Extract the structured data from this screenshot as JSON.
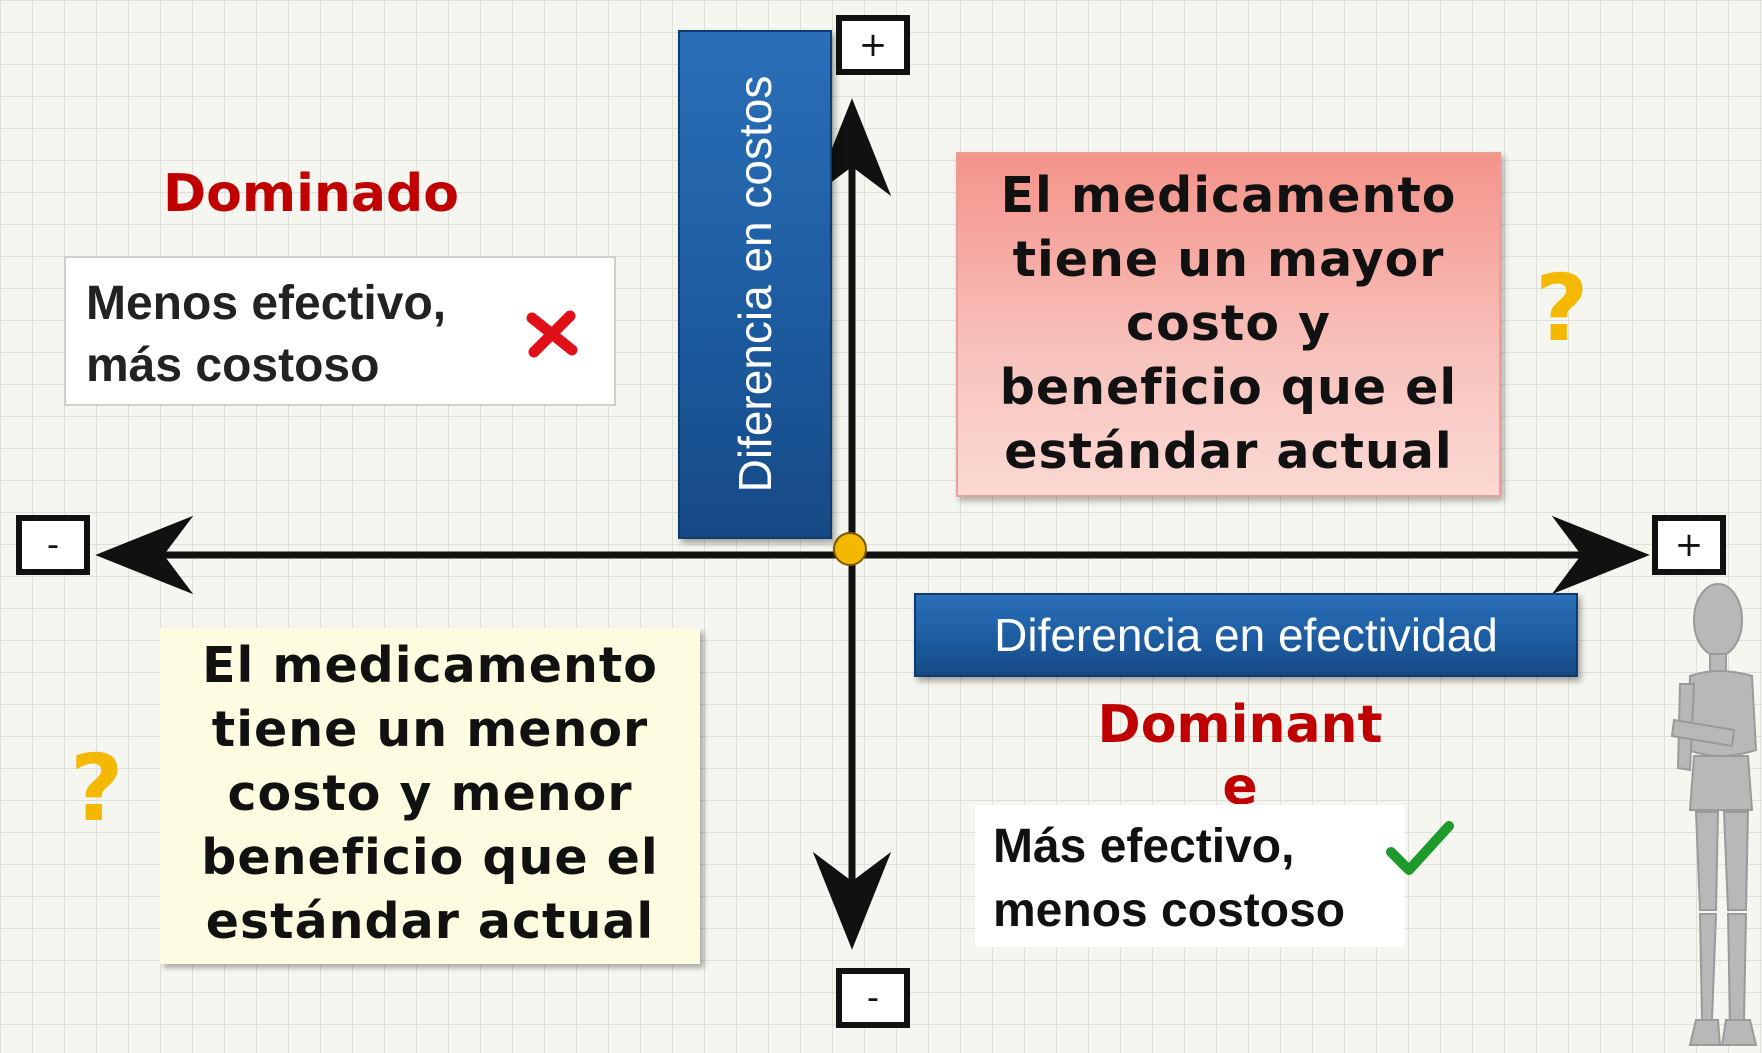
{
  "axes": {
    "y_top_sign": "+",
    "y_bottom_sign": "-",
    "x_left_sign": "-",
    "x_right_sign": "+",
    "y_label": "Diferencia en costos",
    "x_label": "Diferencia en efectividad"
  },
  "quadrants": {
    "top_left": {
      "title": "Dominado",
      "box_text_line1": "Menos efectivo,",
      "box_text_line2": "más costoso",
      "icon": "red-x-icon",
      "color": "#c00000"
    },
    "top_right": {
      "text_line1": "El medicamento",
      "text_line2": "tiene un mayor",
      "text_line3": "costo y",
      "text_line4": "beneficio que el",
      "text_line5": "estándar actual",
      "mark": "?"
    },
    "bottom_left": {
      "text_line1": "El medicamento",
      "text_line2": "tiene un menor",
      "text_line3": "costo y menor",
      "text_line4": "beneficio que el",
      "text_line5": "estándar actual",
      "mark": "?"
    },
    "bottom_right": {
      "title_line1": "Dominant",
      "title_line2": "e",
      "box_text_line1": "Más efectivo,",
      "box_text_line2": "menos costoso",
      "icon": "green-check-icon",
      "color": "#c00000"
    }
  },
  "colors": {
    "accent_blue": "#1c5a9e",
    "origin_dot": "#f5b800",
    "question_mark": "#f5b800",
    "pink_box": "#f5a8a0",
    "yellow_box": "#fdfbe0"
  }
}
